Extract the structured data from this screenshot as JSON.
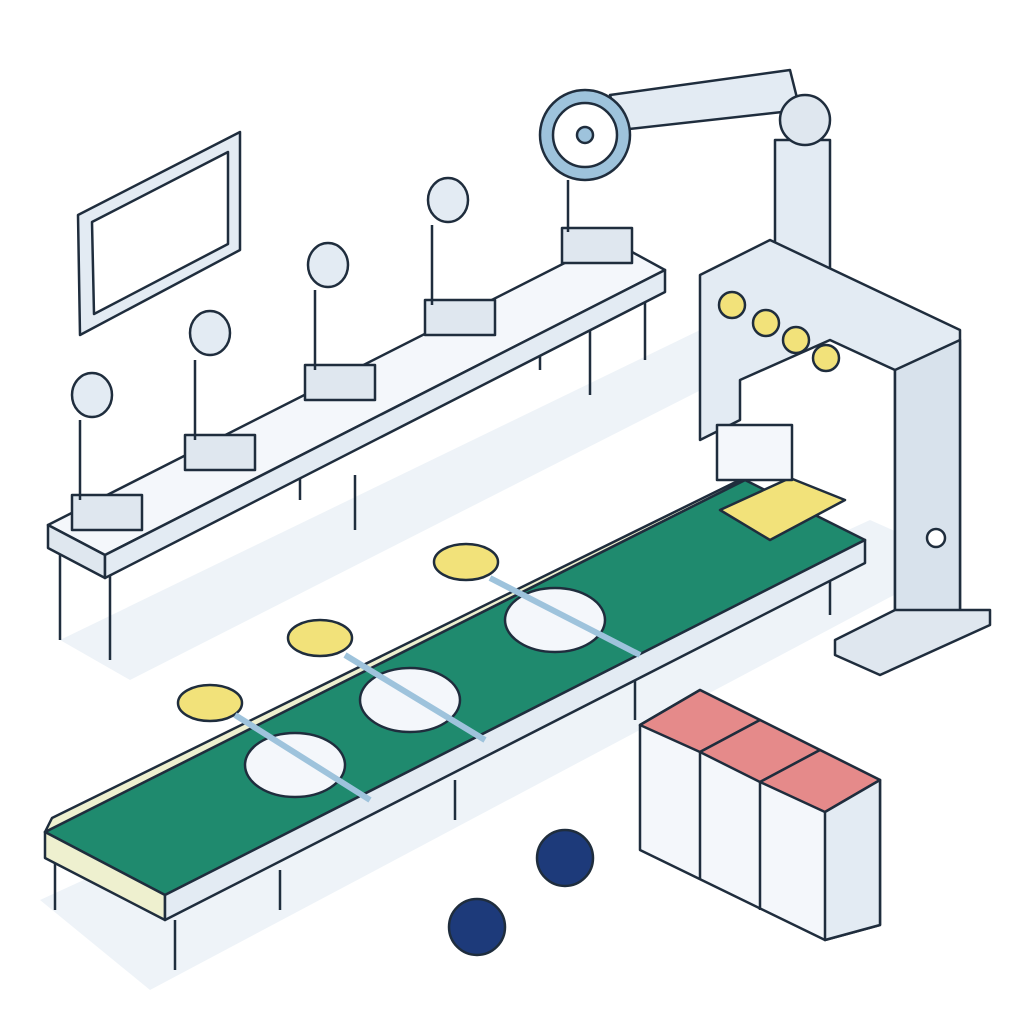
{
  "scene": {
    "subject": "racket-factory-assembly-line",
    "colors": {
      "belt": "#1f8a6e",
      "belt_edge": "#eef0cf",
      "metal": "#e3ebf3",
      "outline": "#1f2d3d",
      "accent_blue": "#9ec3dc",
      "accent_yellow": "#f2e27a",
      "ball": "#1d3a7a",
      "box_top": "#e58a8a",
      "shadow": "#e6edf5"
    },
    "counts": {
      "rackets_on_belt": 3,
      "stations_on_table": 5,
      "boxes": 3,
      "balls": 2,
      "machine_indicators": 4
    }
  }
}
